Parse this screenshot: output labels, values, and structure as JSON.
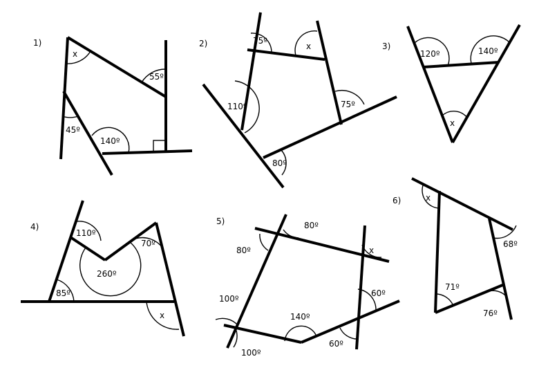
{
  "problems": [
    {
      "number": "1)",
      "labels": [
        "x",
        "55º",
        "45º",
        "140º"
      ]
    },
    {
      "number": "2)",
      "labels": [
        "75º",
        "x",
        "110º",
        "75º",
        "80º"
      ]
    },
    {
      "number": "3)",
      "labels": [
        "120º",
        "140º",
        "x"
      ]
    },
    {
      "number": "4)",
      "labels": [
        "110º",
        "70º",
        "260º",
        "85º",
        "x"
      ]
    },
    {
      "number": "5)",
      "labels": [
        "80º",
        "80º",
        "x",
        "100º",
        "140º",
        "60º",
        "60º",
        "100º"
      ]
    },
    {
      "number": "6)",
      "labels": [
        "x",
        "68º",
        "71º",
        "76º"
      ]
    }
  ]
}
